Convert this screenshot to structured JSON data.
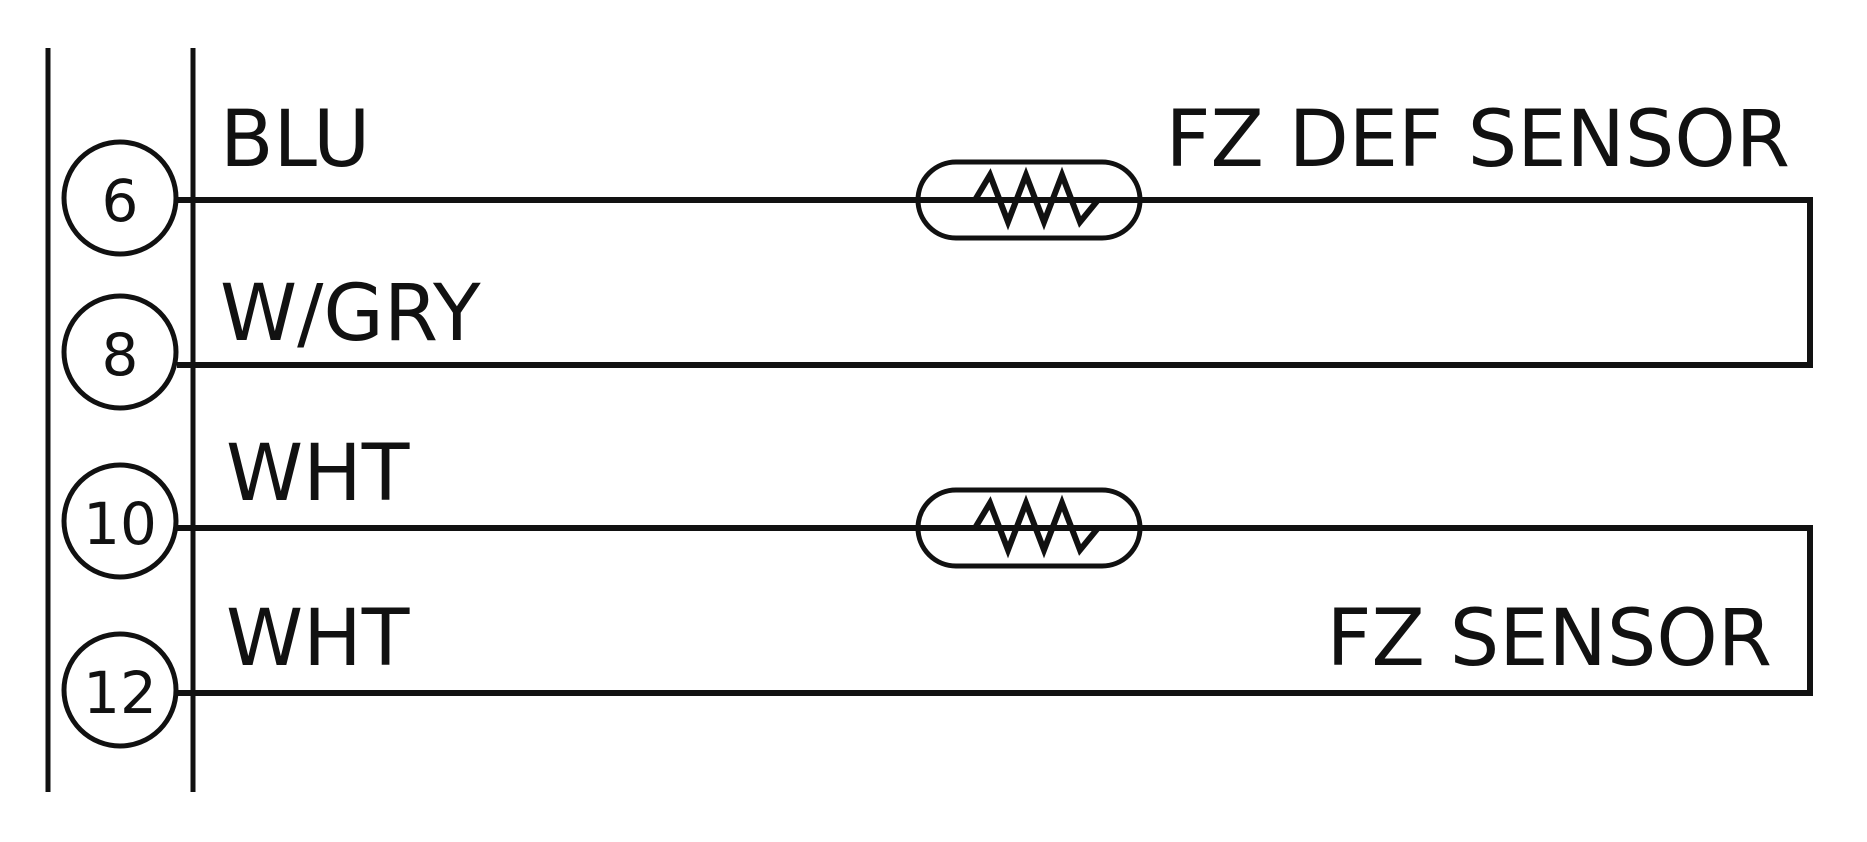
{
  "colors": {
    "line": "#111111",
    "background": "#ffffff"
  },
  "pins": [
    {
      "number": "6",
      "wire_color": "BLU"
    },
    {
      "number": "8",
      "wire_color": "W/GRY"
    },
    {
      "number": "10",
      "wire_color": "WHT"
    },
    {
      "number": "12",
      "wire_color": "WHT"
    }
  ],
  "sensors": [
    {
      "name": "FZ DEF SENSOR"
    },
    {
      "name": "FZ SENSOR"
    }
  ]
}
